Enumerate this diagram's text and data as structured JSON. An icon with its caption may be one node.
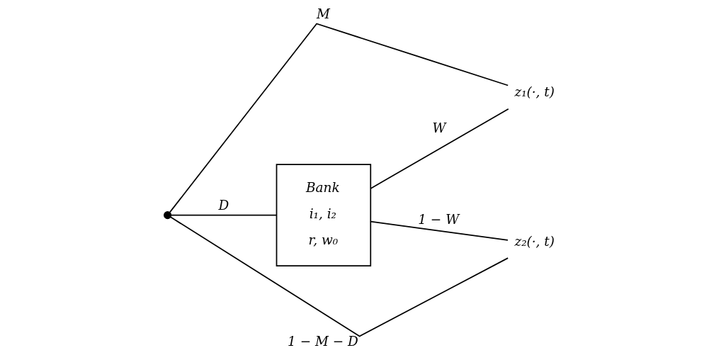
{
  "diagram": {
    "nodes": [
      {
        "text": [],
        "shape": "circle"
      },
      {
        "text": [
          "Bank",
          "i₁, i₂",
          "r, w₀"
        ]
      },
      {
        "text": [
          "z₁(·, t)"
        ]
      },
      {
        "text": [
          "z₂(·, t)"
        ]
      }
    ],
    "edges": [
      {
        "from": 0,
        "to": 2,
        "arrow": "none",
        "label": "M"
      },
      {
        "from": 0,
        "to": 1,
        "arrow": "none",
        "label": "D"
      },
      {
        "from": 0,
        "to": 3,
        "arrow": "none",
        "label": "1 − M − D"
      },
      {
        "from": 1,
        "to": 2,
        "arrow": "none",
        "label": "W"
      },
      {
        "from": 1,
        "to": 3,
        "arrow": "none",
        "label": "1 − W"
      }
    ]
  }
}
